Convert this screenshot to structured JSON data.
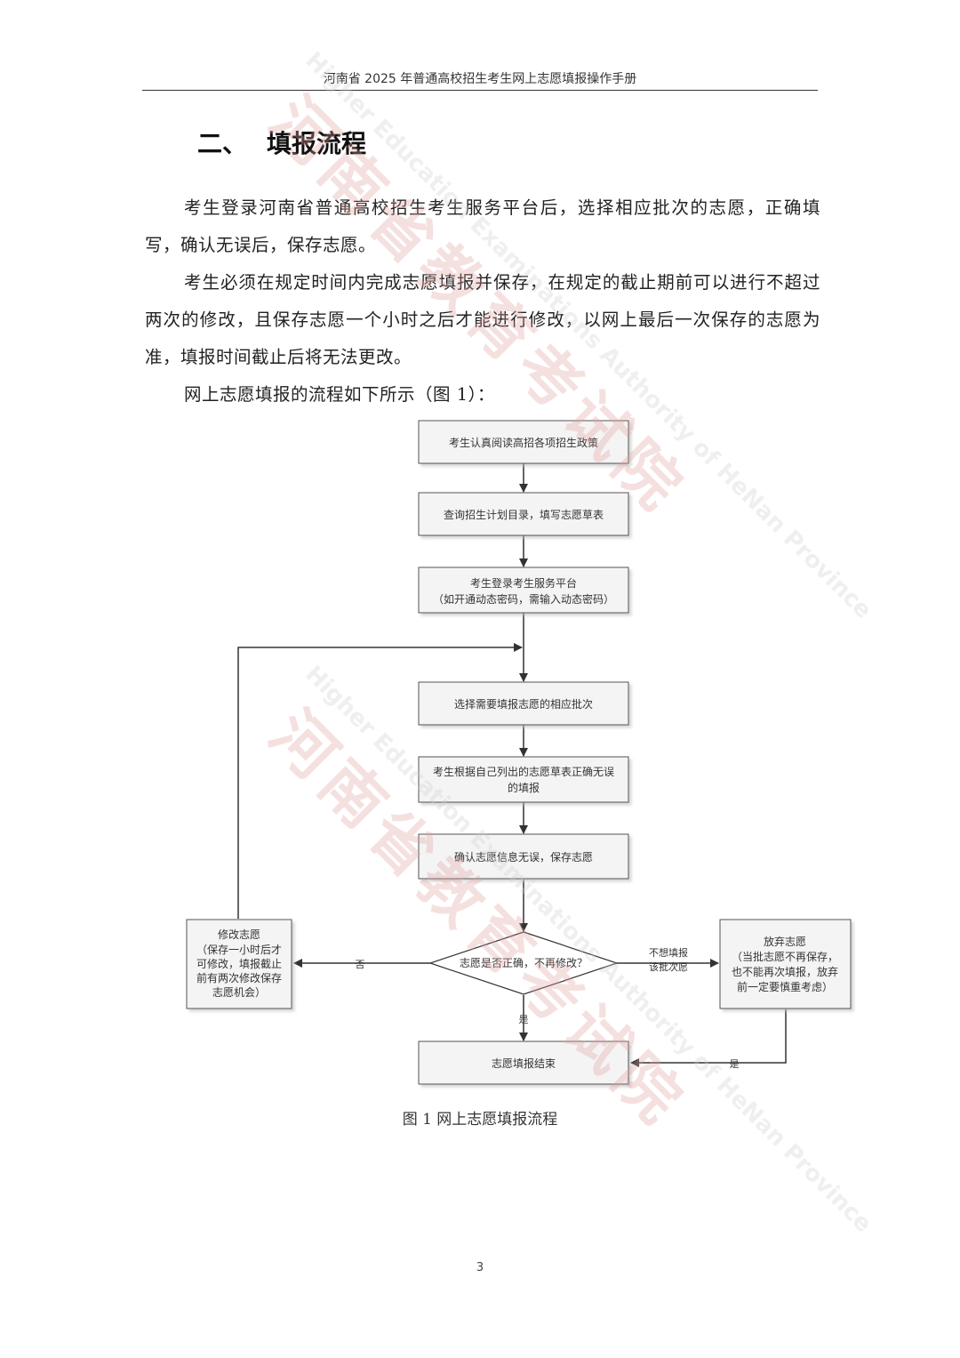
{
  "header": {
    "title": "河南省 2025 年普通高校招生考生网上志愿填报操作手册"
  },
  "section": {
    "number": "二、",
    "title": "填报流程"
  },
  "paragraphs": [
    "考生登录河南省普通高校招生考生服务平台后，选择相应批次的志愿，正确填写，确认无误后，保存志愿。",
    "考生必须在规定时间内完成志愿填报并保存，在规定的截止期前可以进行不超过两次的修改，且保存志愿一个小时之后才能进行修改，以网上最后一次保存的志愿为准，填报时间截止后将无法更改。",
    "网上志愿填报的流程如下所示（图 1）："
  ],
  "flowchart": {
    "step1": "考生认真阅读高招各项招生政策",
    "step2": "查询招生计划目录，填写志愿草表",
    "step3_line1": "考生登录考生服务平台",
    "step3_line2": "（如开通动态密码，需输入动态密码）",
    "step4": "选择需要填报志愿的相应批次",
    "step5_line1": "考生根据自己列出的志愿草表正确无误",
    "step5_line2": "的填报",
    "step6": "确认志愿信息无误，保存志愿",
    "decision": "志愿是否正确，不再修改？",
    "end": "志愿填报结束",
    "modify_title": "修改志愿",
    "modify_lines": [
      "（保存一小时后才",
      "可修改，填报截止",
      "前有两次修改保存",
      "志愿机会）"
    ],
    "abandon_title": "放弃志愿",
    "abandon_lines": [
      "（当批志愿不再保存，",
      "也不能再次填报，放弃",
      "前一定要慎重考虑）"
    ],
    "label_no": "否",
    "label_yes_down": "是",
    "label_yes_right": "是",
    "label_skip_line1": "不想填报",
    "label_skip_line2": "该批次愿"
  },
  "figure_caption": "图 1  网上志愿填报流程",
  "page_number": "3",
  "watermark": {
    "text_cn": "河南省教育考试院",
    "text_en": "Higher Education Examinations Authority of HeNan Province",
    "color": "#e2a0a0"
  }
}
